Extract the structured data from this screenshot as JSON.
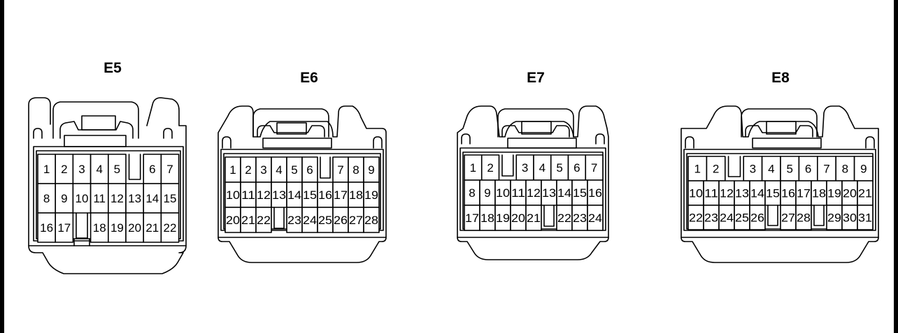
{
  "colors": {
    "stroke": "#000000",
    "paper": "#ffffff",
    "frame": "#000000"
  },
  "connectors": [
    {
      "id": "e5",
      "label": "E5",
      "rows": [
        [
          "1",
          "2",
          "3",
          "4",
          "5",
          "",
          "6",
          "7"
        ],
        [
          "8",
          "9",
          "10",
          "11",
          "12",
          "13",
          "14",
          "15"
        ],
        [
          "16",
          "17",
          "",
          "18",
          "19",
          "20",
          "21",
          "22"
        ]
      ]
    },
    {
      "id": "e6",
      "label": "E6",
      "rows": [
        [
          "1",
          "2",
          "3",
          "4",
          "5",
          "6",
          "",
          "7",
          "8",
          "9"
        ],
        [
          "10",
          "11",
          "12",
          "13",
          "14",
          "15",
          "16",
          "17",
          "18",
          "19"
        ],
        [
          "20",
          "21",
          "22",
          "",
          "23",
          "24",
          "25",
          "26",
          "27",
          "28"
        ]
      ]
    },
    {
      "id": "e7",
      "label": "E7",
      "rows": [
        [
          "1",
          "2",
          "",
          "3",
          "4",
          "5",
          "6",
          "7"
        ],
        [
          "8",
          "9",
          "10",
          "11",
          "12",
          "13",
          "14",
          "15",
          "16"
        ],
        [
          "17",
          "18",
          "19",
          "20",
          "21",
          "",
          "22",
          "23",
          "24"
        ]
      ]
    },
    {
      "id": "e8",
      "label": "E8",
      "rows": [
        [
          "1",
          "2",
          "",
          "3",
          "4",
          "5",
          "6",
          "7",
          "8",
          "9"
        ],
        [
          "10",
          "11",
          "12",
          "13",
          "14",
          "15",
          "16",
          "17",
          "18",
          "19",
          "20",
          "21"
        ],
        [
          "22",
          "23",
          "24",
          "25",
          "26",
          "",
          "27",
          "28",
          "",
          "29",
          "30",
          "31"
        ]
      ]
    }
  ]
}
